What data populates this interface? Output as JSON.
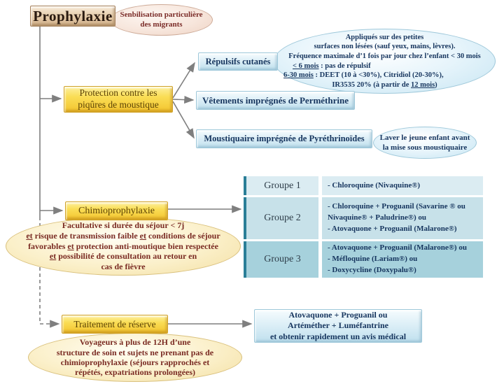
{
  "diagram": {
    "title": "Prophylaxie",
    "sensibilisation": {
      "lines": [
        "Senbilisation particulière",
        "des migrants"
      ]
    },
    "protection": {
      "lines": [
        "Protection contre les",
        "piqûres de moustique"
      ]
    },
    "repulsifs": {
      "label": "Répulsifs cutanés"
    },
    "repulsifs_note": {
      "lines": [
        [
          {
            "t": "Appliqués sur des petites"
          }
        ],
        [
          {
            "t": "surfaces non lésées (sauf yeux, mains, lèvres)."
          }
        ],
        [
          {
            "t": "Fréquence maximale d’1 fois par jour chez l’enfant < 30 mois"
          }
        ],
        [
          {
            "t": "< 6 mois",
            "u": true
          },
          {
            "t": " : pas de répulsif"
          }
        ],
        [
          {
            "t": "6-30 mois",
            "u": true
          },
          {
            "t": " : DEET (10 à <30%), Citridiol (20-30%),"
          }
        ],
        [
          {
            "t": "IR3535 20% (à partir de "
          },
          {
            "t": "12 mois",
            "u": true
          },
          {
            "t": ")"
          }
        ]
      ]
    },
    "vetements": {
      "label": "Vêtements imprégnés de Perméthrine"
    },
    "moustiquaire": {
      "label": "Moustiquaire imprégnée de Pyréthrinoïdes"
    },
    "laver_note": {
      "lines": [
        "Laver le jeune enfant avant",
        "la mise sous moustiquaire"
      ]
    },
    "chimio": {
      "label": "Chimioprophylaxie"
    },
    "chimio_note": {
      "lines": [
        [
          {
            "t": "Facultative si durée du séjour < 7j"
          }
        ],
        [
          {
            "t": "et",
            "u": true
          },
          {
            "t": " risque de transmission faible "
          },
          {
            "t": "et",
            "u": true
          },
          {
            "t": " conditions de séjour"
          }
        ],
        [
          {
            "t": "favorables "
          },
          {
            "t": "et",
            "u": true
          },
          {
            "t": " protection anti-moutique bien respectée"
          }
        ],
        [
          {
            "t": "et",
            "u": true
          },
          {
            "t": " possibilité de consultation au retour en"
          }
        ],
        [
          {
            "t": "cas de fièvre"
          }
        ]
      ]
    },
    "groups_table": {
      "rows": [
        {
          "group": "Groupe 1",
          "lines": [
            "- Chloroquine (Nivaquine®)"
          ]
        },
        {
          "group": "Groupe 2",
          "lines": [
            "- Chloroquine + Proguanil (Savarine ® ou",
            "Nivaquine® + Paludrine®) ou",
            "- Atovaquone + Proguanil (Malarone®)"
          ]
        },
        {
          "group": "Groupe 3",
          "lines": [
            "- Atovaquone + Proguanil (Malarone®) ou",
            "- Méfloquine (Lariam®) ou",
            "- Doxycycline (Doxypalu®)"
          ]
        }
      ]
    },
    "traitement": {
      "label": "Traitement de réserve"
    },
    "reserve_box": {
      "lines": [
        "Atovaquone + Proguanil ou",
        "Artéméther + Luméfantrine",
        "et obtenir rapidement un  avis médical"
      ]
    },
    "traitement_note": {
      "lines": [
        "Voyageurs à plus de 12H d’une",
        "structure de soin et sujets ne prenant pas de",
        "chimioprophylaxie (séjours rapprochés et",
        "répétés, expatriations prolongées)"
      ]
    }
  },
  "colors": {
    "title_box": "#e8d0b0",
    "yellow_box": "#fadd55",
    "blue_box": "#ddeff7",
    "blue_ellipse": "#e6f4fb",
    "pink_ellipse": "#f7e6dc",
    "cream_ellipse": "#fbf0ca",
    "navy_text": "#16355e",
    "maroon_text": "#7a2b23",
    "brown_text": "#5c4305",
    "arrow_gray": "#7f7f7f",
    "table_row1": "#dbecf2",
    "table_row2": "#c7e1e9",
    "table_row3": "#a6d1dc",
    "table_left_strip": "#2a7e97"
  }
}
